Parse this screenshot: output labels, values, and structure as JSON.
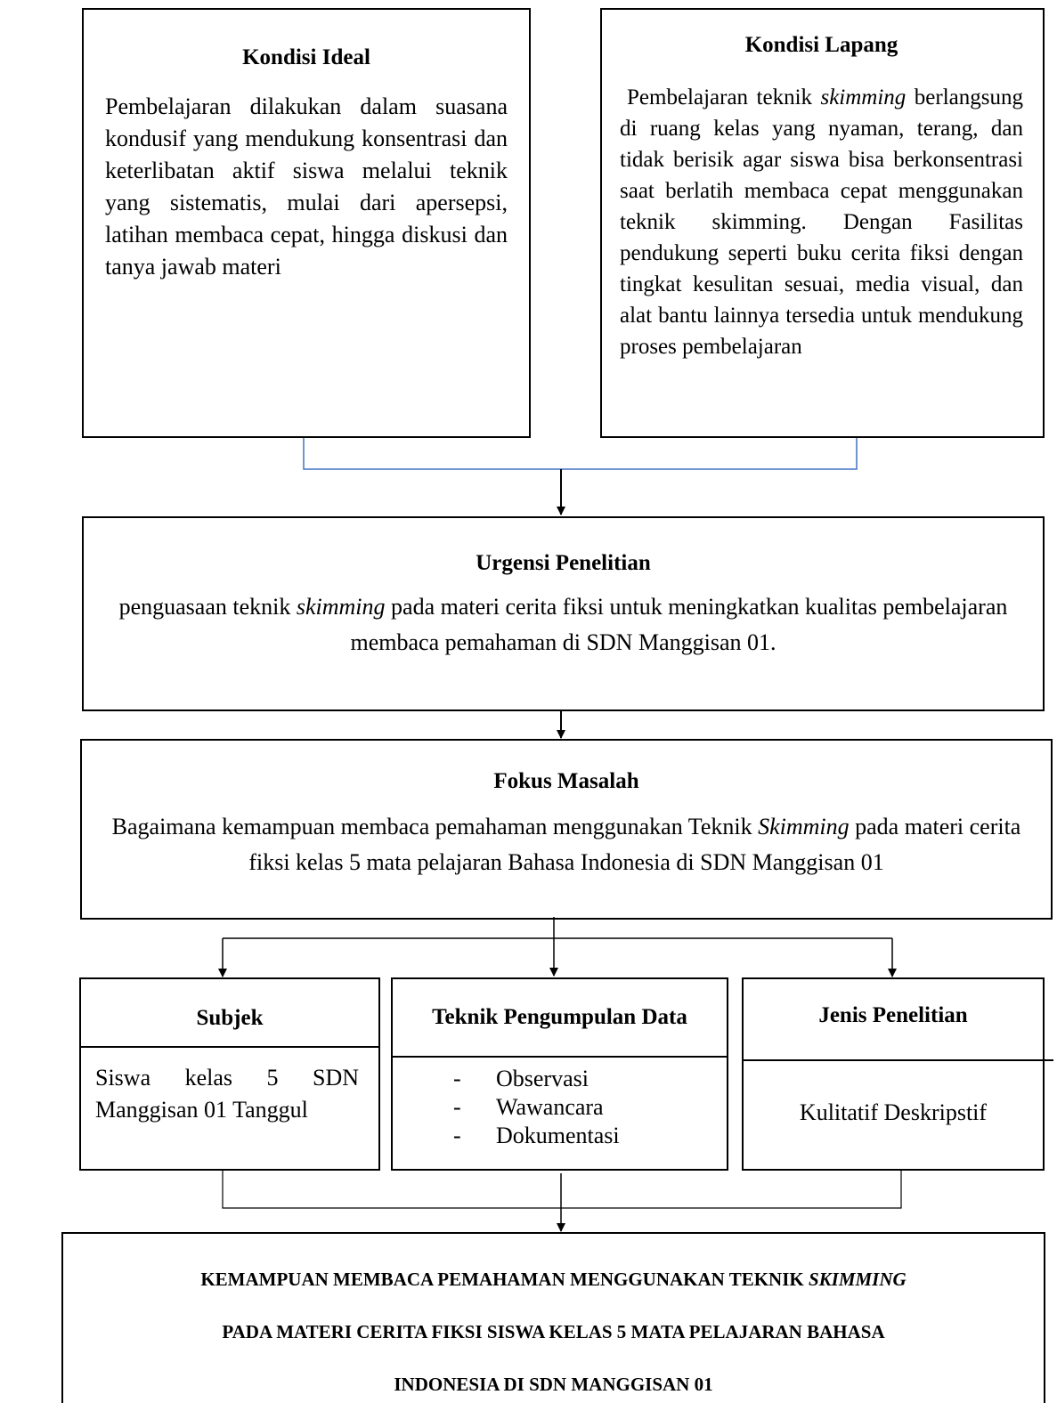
{
  "kondisi_ideal": {
    "title": "Kondisi Ideal",
    "text": "Pembelajaran dilakukan dalam suasana kondusif yang mendukung konsentrasi dan keterlibatan aktif siswa melalui teknik yang sistematis, mulai dari apersepsi, latihan membaca cepat, hingga diskusi dan tanya jawab materi"
  },
  "kondisi_lapang": {
    "title": "Kondisi Lapang",
    "text_before": "Pembelajaran teknik ",
    "text_italic": "skimming",
    "text_after": " berlangsung di ruang kelas yang nyaman, terang, dan tidak berisik agar siswa bisa berkonsentrasi saat berlatih membaca cepat menggunakan teknik skimming. Dengan Fasilitas pendukung seperti buku cerita fiksi dengan tingkat kesulitan sesuai, media visual, dan alat bantu lainnya tersedia untuk mendukung proses pembelajaran"
  },
  "urgensi": {
    "title": "Urgensi Penelitian",
    "text_before": "penguasaan teknik ",
    "text_italic": "skimming",
    "text_after": " pada materi cerita fiksi  untuk meningkatkan kualitas pembelajaran membaca pemahaman di SDN Manggisan 01."
  },
  "fokus": {
    "title": "Fokus Masalah",
    "text_before": "Bagaimana kemampuan membaca pemahaman menggunakan Teknik ",
    "text_italic": "Skimming",
    "text_after": " pada materi cerita fiksi kelas 5 mata pelajaran Bahasa Indonesia di SDN Manggisan 01"
  },
  "subjek": {
    "title": "Subjek",
    "text": "Siswa kelas 5 SDN Manggisan 01 Tanggul"
  },
  "teknik": {
    "title": "Teknik Pengumpulan Data",
    "bullet": "-",
    "items": [
      "Observasi",
      "Wawancara",
      "Dokumentasi"
    ]
  },
  "jenis": {
    "title": "Jenis Penelitian",
    "text": "Kulitatif Deskripstif"
  },
  "kesimpulan": {
    "line1_before": "KEMAMPUAN MEMBACA PEMAHAMAN MENGGUNAKAN TEKNIK ",
    "line1_italic": "SKIMMING",
    "line2": "PADA MATERI CERITA FIKSI SISWA KELAS 5 MATA PELAJARAN BAHASA",
    "line3": "INDONESIA DI SDN MANGGISAN 01"
  }
}
